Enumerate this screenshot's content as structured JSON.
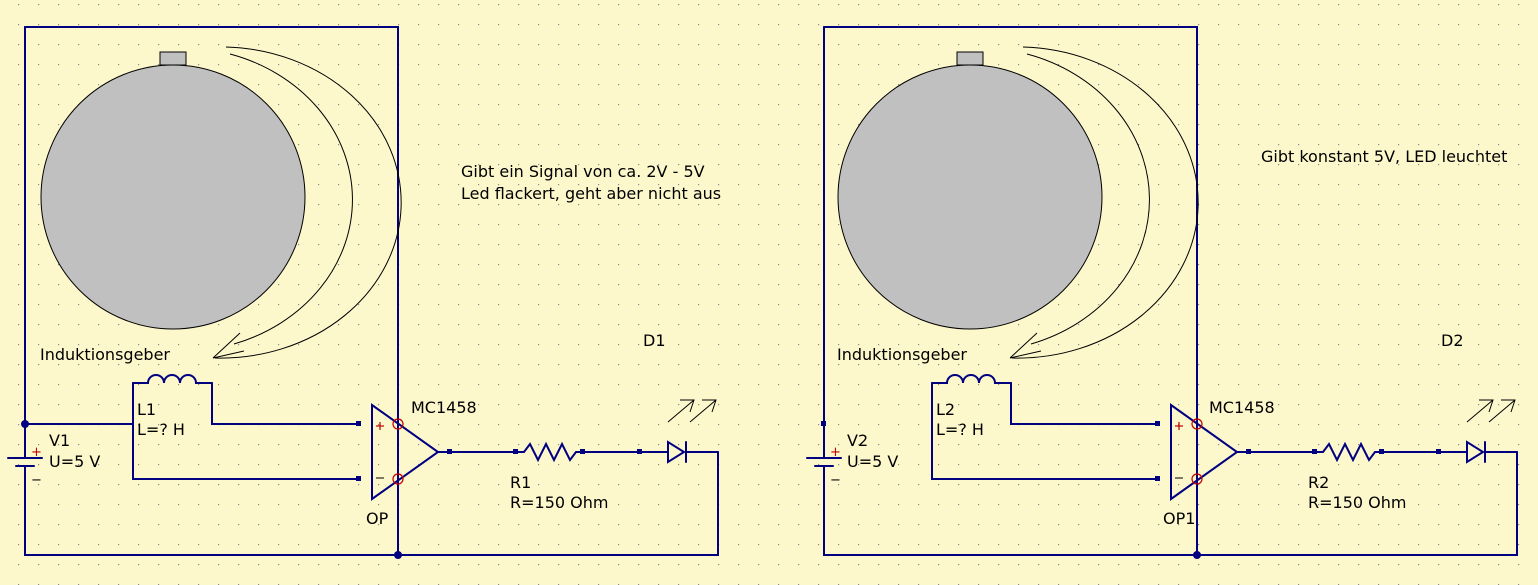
{
  "colors": {
    "background": "#fdf8cc",
    "wire": "#000080",
    "disc": "#c0c0c0",
    "pin_mark": "#c00000",
    "grid_dot": "#8a8a8a"
  },
  "circuits": [
    {
      "note_lines": [
        "Gibt ein Signal von ca. 2V - 5V",
        "Led flackert, geht aber nicht aus"
      ],
      "sensor_label": "Induktionsgeber",
      "source": {
        "name": "V1",
        "value": "U=5 V"
      },
      "inductor": {
        "name": "L1",
        "value": "L=? H"
      },
      "opamp": {
        "name": "OP",
        "part": "MC1458"
      },
      "resistor": {
        "name": "R1",
        "value": "R=150 Ohm"
      },
      "diode": {
        "name": "D1"
      },
      "plus_sign": "+",
      "minus_sign": "−"
    },
    {
      "note_lines": [
        "Gibt konstant 5V, LED leuchtet"
      ],
      "sensor_label": "Induktionsgeber",
      "source": {
        "name": "V2",
        "value": "U=5 V"
      },
      "inductor": {
        "name": "L2",
        "value": "L=? H"
      },
      "opamp": {
        "name": "OP1",
        "part": "MC1458"
      },
      "resistor": {
        "name": "R2",
        "value": "R=150 Ohm"
      },
      "diode": {
        "name": "D2"
      },
      "plus_sign": "+",
      "minus_sign": "−"
    }
  ]
}
